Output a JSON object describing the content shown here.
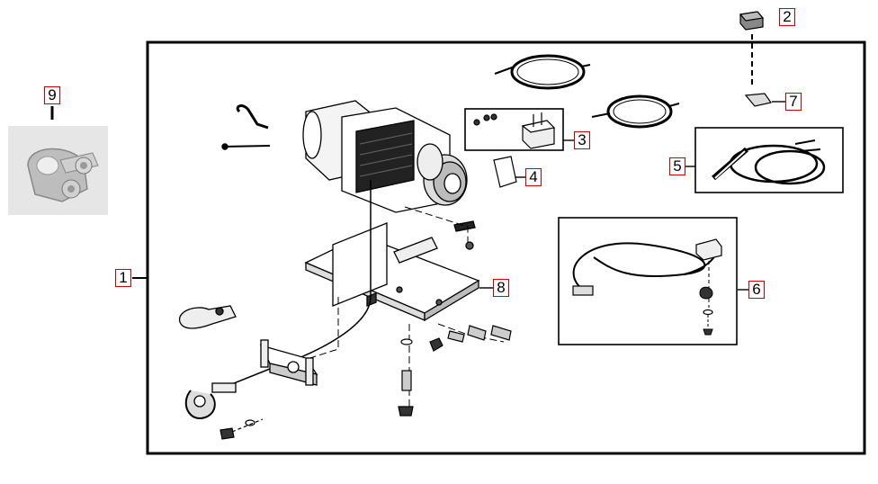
{
  "diagram": {
    "callouts": [
      {
        "id": "1",
        "text": "1"
      },
      {
        "id": "2",
        "text": "2"
      },
      {
        "id": "3",
        "text": "3"
      },
      {
        "id": "4",
        "text": "4"
      },
      {
        "id": "5",
        "text": "5"
      },
      {
        "id": "6",
        "text": "6"
      },
      {
        "id": "7",
        "text": "7"
      },
      {
        "id": "8",
        "text": "8"
      },
      {
        "id": "9",
        "text": "9"
      }
    ],
    "colors": {
      "line": "#000000",
      "callout_border": "#cc0000",
      "photo_bg": "#e6e6e6"
    },
    "parts": [
      "winch-motor-icon",
      "wire-rope-icon",
      "hook-icon",
      "fairlead-icon",
      "mounting-plate-icon",
      "switch-icon",
      "wire-harness-icon",
      "battery-cable-icon",
      "cover-cap-icon",
      "bracket-icon",
      "wire-rope-clip-photo"
    ]
  }
}
